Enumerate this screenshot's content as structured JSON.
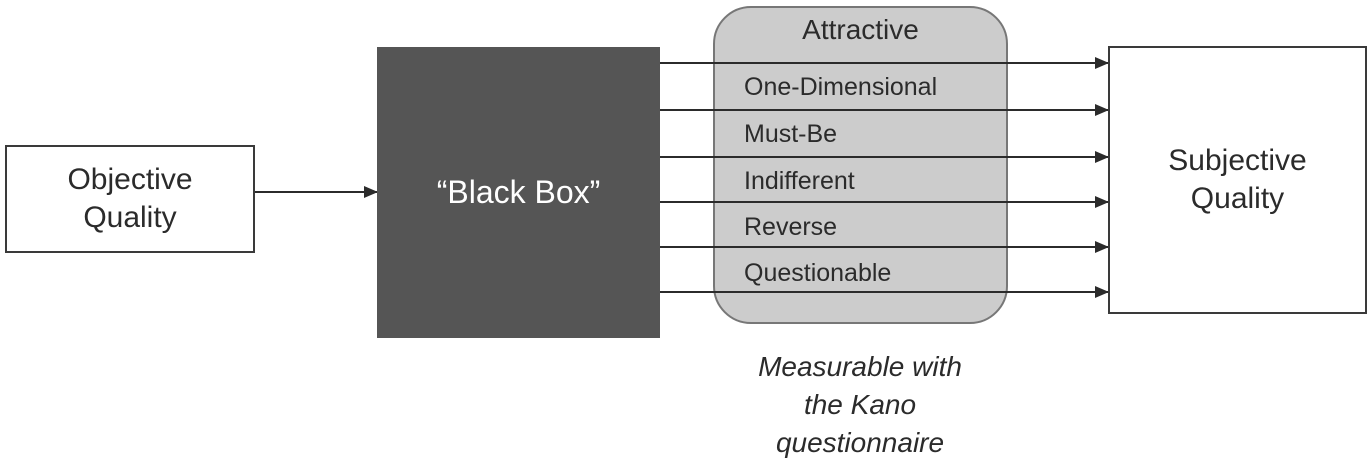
{
  "objective": {
    "label": "Objective\nQuality"
  },
  "black_box": {
    "label": "“Black Box”"
  },
  "subjective": {
    "label": "Subjective\nQuality"
  },
  "categories": {
    "title": "Attractive",
    "items": [
      "One-Dimensional",
      "Must-Be",
      "Indifferent",
      "Reverse",
      "Questionable"
    ]
  },
  "caption": "Measurable with\nthe Kano\nquestionnaire",
  "colors": {
    "black_box_fill": "#555555",
    "panel_fill": "#cccccc",
    "line": "#2b2b2b"
  }
}
